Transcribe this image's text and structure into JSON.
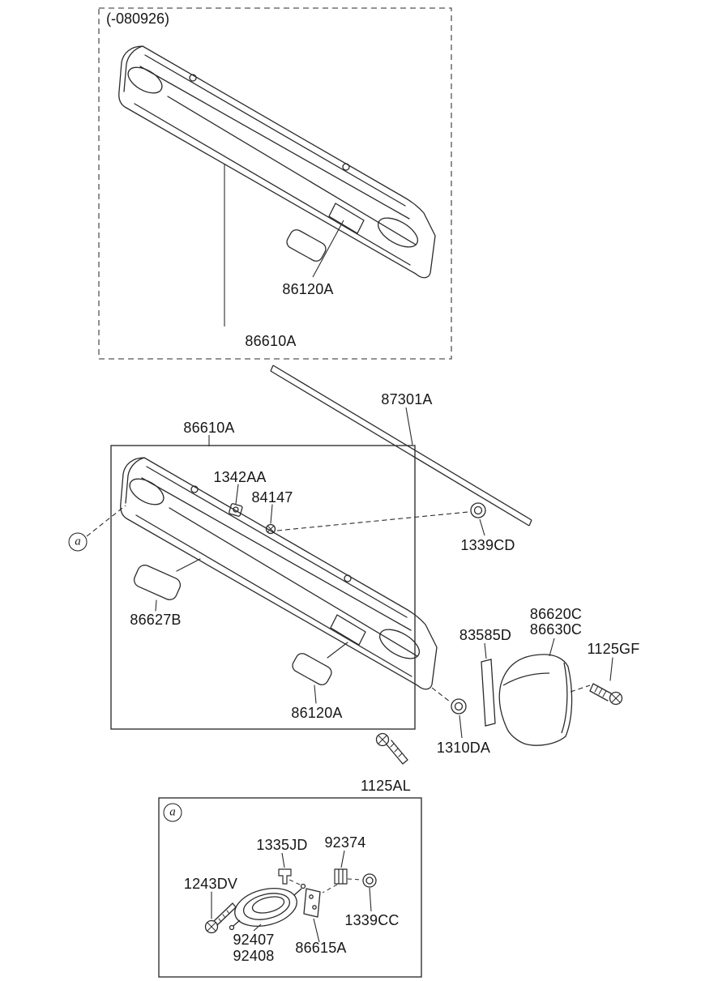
{
  "top_inset": {
    "note": "(-080926)",
    "parts": {
      "pad": "86120A",
      "rail": "86610A"
    }
  },
  "main": {
    "marker": "a",
    "parts": {
      "rail": "86610A",
      "moulding": "87301A",
      "grommet": "1342AA",
      "screw": "84147",
      "nut_moulding": "1339CD",
      "pad_left": "86627B",
      "pad_bottom": "86120A",
      "tape": "83585D",
      "side_garnish_a": "86620C",
      "side_garnish_b": "86630C",
      "bolt_garnish": "1125GF",
      "nut_end": "1310DA",
      "bolt_end": "1125AL"
    }
  },
  "bottom_inset": {
    "marker": "a",
    "parts": {
      "clip": "1335JD",
      "pad_clip": "92374",
      "screw": "1243DV",
      "nut": "1339CC",
      "lamp_a": "92407",
      "lamp_b": "92408",
      "bracket": "86615A"
    }
  }
}
